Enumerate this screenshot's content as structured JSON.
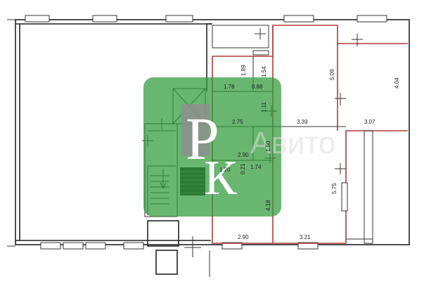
{
  "plan": {
    "logo": {
      "letters": "РК",
      "color": "#2f9a3a"
    },
    "watermark": {
      "text": "Авито"
    },
    "dimensions": [
      {
        "id": "d1",
        "text": "1.89"
      },
      {
        "id": "d2",
        "text": "1.54"
      },
      {
        "id": "d3",
        "text": "5.09"
      },
      {
        "id": "d4",
        "text": "4.04"
      },
      {
        "id": "d5",
        "text": "1.78"
      },
      {
        "id": "d6",
        "text": "0.88"
      },
      {
        "id": "d7",
        "text": "1.11"
      },
      {
        "id": "d8",
        "text": "2.75"
      },
      {
        "id": "d9",
        "text": "3.39"
      },
      {
        "id": "d10",
        "text": "3.07"
      },
      {
        "id": "d11",
        "text": "2.90"
      },
      {
        "id": "d12",
        "text": "1.50"
      },
      {
        "id": "d13",
        "text": "0.21"
      },
      {
        "id": "d14",
        "text": "1.74"
      },
      {
        "id": "d15",
        "text": "1.20"
      },
      {
        "id": "d16",
        "text": "5.75"
      },
      {
        "id": "d17",
        "text": "4.18"
      },
      {
        "id": "d18",
        "text": "2.90"
      },
      {
        "id": "d19",
        "text": "3.21"
      }
    ]
  }
}
